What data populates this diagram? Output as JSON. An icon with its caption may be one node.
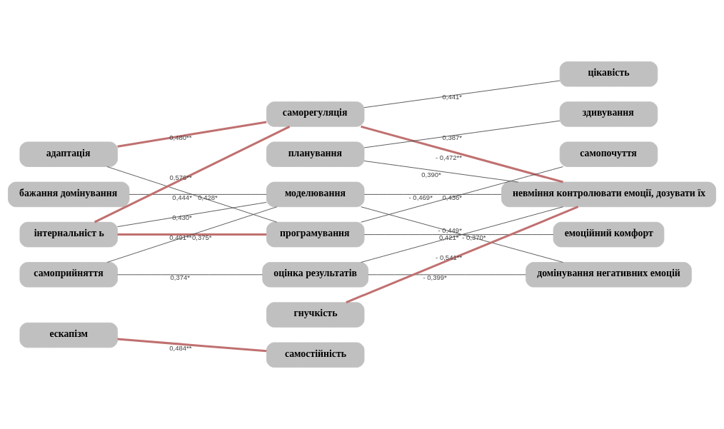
{
  "diagram": {
    "nodes": [
      {
        "text": [
          "адаптація"
        ]
      },
      {
        "text": [
          "бажання домінування"
        ]
      },
      {
        "text": [
          "інтернальніст ь"
        ]
      },
      {
        "text": [
          "самоприйняття"
        ]
      },
      {
        "text": [
          "ескапізм"
        ]
      },
      {
        "text": [
          "саморегуляція"
        ]
      },
      {
        "text": [
          "планування"
        ]
      },
      {
        "text": [
          "моделювання"
        ]
      },
      {
        "text": [
          "програмування"
        ]
      },
      {
        "text": [
          "оцінка результатів"
        ]
      },
      {
        "text": [
          "гнучкість"
        ]
      },
      {
        "text": [
          "самостійність"
        ]
      },
      {
        "text": [
          "цікавість"
        ]
      },
      {
        "text": [
          "здивування"
        ]
      },
      {
        "text": [
          "самопочуття"
        ]
      },
      {
        "text": [
          "невміння контролювати емоції, дозувати їх"
        ]
      },
      {
        "text": [
          "емоційний комфорт"
        ]
      },
      {
        "text": [
          "домінування негативних емоцій"
        ]
      }
    ],
    "edges": [
      {
        "from": 0,
        "to": 5,
        "arrow": "none",
        "label": "0,480**",
        "style": "thick",
        "color": "#c07070"
      },
      {
        "from": 0,
        "to": 8,
        "arrow": "none",
        "label": "0,444*"
      },
      {
        "from": 1,
        "to": 7,
        "arrow": "none",
        "label": "0,428*"
      },
      {
        "from": 2,
        "to": 5,
        "arrow": "none",
        "label": "0,576**",
        "style": "thick",
        "color": "#c07070"
      },
      {
        "from": 2,
        "to": 7,
        "arrow": "none",
        "label": "0,430*"
      },
      {
        "from": 2,
        "to": 8,
        "arrow": "none",
        "label": "0,491**",
        "style": "thick",
        "color": "#c07070"
      },
      {
        "from": 3,
        "to": 7,
        "arrow": "none",
        "label": "0,375*"
      },
      {
        "from": 3,
        "to": 9,
        "arrow": "none",
        "label": "0,374*"
      },
      {
        "from": 4,
        "to": 11,
        "arrow": "none",
        "label": "0,484**",
        "style": "thick",
        "color": "#c07070"
      },
      {
        "from": 5,
        "to": 12,
        "arrow": "none",
        "label": "0,441*"
      },
      {
        "from": 5,
        "to": 15,
        "arrow": "none",
        "label": "- 0,472**",
        "style": "thick",
        "color": "#c07070"
      },
      {
        "from": 6,
        "to": 13,
        "arrow": "none",
        "label": "0,387*"
      },
      {
        "from": 6,
        "to": 15,
        "arrow": "none",
        "label": "0,390*"
      },
      {
        "from": 8,
        "to": 14,
        "arrow": "none",
        "label": "0,436*"
      },
      {
        "from": 7,
        "to": 15,
        "arrow": "none",
        "label": "- 0,469*"
      },
      {
        "from": 9,
        "to": 15,
        "arrow": "none",
        "label": "- 0,449*"
      },
      {
        "from": 10,
        "to": 15,
        "arrow": "none",
        "label": "- 0,541**",
        "style": "thick",
        "color": "#c07070"
      },
      {
        "from": 8,
        "to": 16,
        "arrow": "none",
        "label": "0,421*"
      },
      {
        "from": 7,
        "to": 17,
        "arrow": "none",
        "label": "- 0,370*"
      },
      {
        "from": 9,
        "to": 17,
        "arrow": "none",
        "label": "- 0,399*"
      }
    ]
  }
}
